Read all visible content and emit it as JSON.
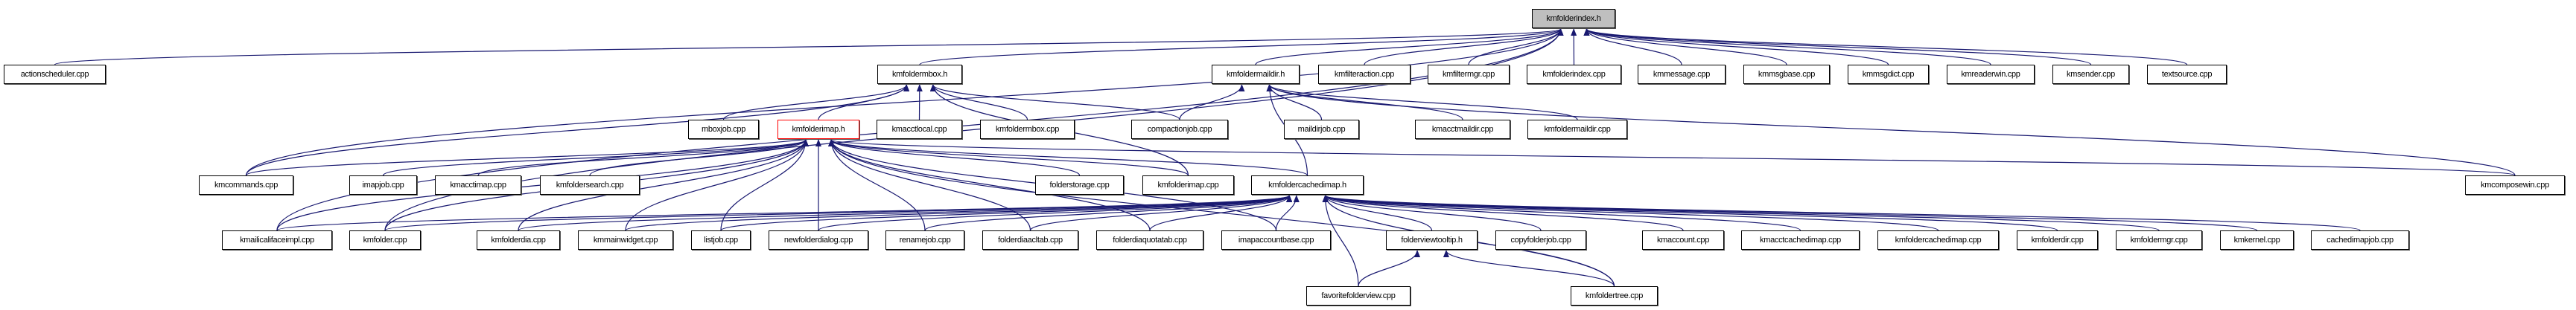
{
  "graph": {
    "edge_color": "#191970",
    "root_fill": "#bfbfbf",
    "highlight_border": "#ff0000",
    "nodes": [
      {
        "id": "kmfolderindex_h",
        "label": "kmfolderindex.h",
        "style": "root"
      },
      {
        "id": "actionscheduler",
        "label": "actionscheduler.cpp"
      },
      {
        "id": "kmfoldermbox_h",
        "label": "kmfoldermbox.h"
      },
      {
        "id": "kmfoldermaildir_h",
        "label": "kmfoldermaildir.h"
      },
      {
        "id": "kmfilteraction",
        "label": "kmfilteraction.cpp"
      },
      {
        "id": "kmfiltermgr",
        "label": "kmfiltermgr.cpp"
      },
      {
        "id": "kmfolderindex_cpp",
        "label": "kmfolderindex.cpp"
      },
      {
        "id": "kmmessage",
        "label": "kmmessage.cpp"
      },
      {
        "id": "kmmsgbase",
        "label": "kmmsgbase.cpp"
      },
      {
        "id": "kmmsgdict",
        "label": "kmmsgdict.cpp"
      },
      {
        "id": "kmreaderwin",
        "label": "kmreaderwin.cpp"
      },
      {
        "id": "kmsender",
        "label": "kmsender.cpp"
      },
      {
        "id": "textsource",
        "label": "textsource.cpp"
      },
      {
        "id": "mboxjob",
        "label": "mboxjob.cpp"
      },
      {
        "id": "kmfolderimap_h",
        "label": "kmfolderimap.h",
        "style": "focus"
      },
      {
        "id": "kmacctlocal",
        "label": "kmacctlocal.cpp"
      },
      {
        "id": "kmfoldermbox_cpp",
        "label": "kmfoldermbox.cpp"
      },
      {
        "id": "compactionjob",
        "label": "compactionjob.cpp"
      },
      {
        "id": "maildirjob",
        "label": "maildirjob.cpp"
      },
      {
        "id": "kmacctmaildir",
        "label": "kmacctmaildir.cpp"
      },
      {
        "id": "kmfoldermaildir_cpp",
        "label": "kmfoldermaildir.cpp"
      },
      {
        "id": "kmcommands",
        "label": "kmcommands.cpp"
      },
      {
        "id": "imapjob",
        "label": "imapjob.cpp"
      },
      {
        "id": "kmacctimap",
        "label": "kmacctimap.cpp"
      },
      {
        "id": "kmfoldersearch",
        "label": "kmfoldersearch.cpp"
      },
      {
        "id": "folderstorage",
        "label": "folderstorage.cpp"
      },
      {
        "id": "kmfolderimap_cpp",
        "label": "kmfolderimap.cpp"
      },
      {
        "id": "kmfoldercachedimap_h",
        "label": "kmfoldercachedimap.h"
      },
      {
        "id": "kmcomposewin",
        "label": "kmcomposewin.cpp"
      },
      {
        "id": "kmailicalifaceimpl",
        "label": "kmailicalifaceimpl.cpp"
      },
      {
        "id": "kmfolder",
        "label": "kmfolder.cpp"
      },
      {
        "id": "kmfolderdia",
        "label": "kmfolderdia.cpp"
      },
      {
        "id": "kmmainwidget",
        "label": "kmmainwidget.cpp"
      },
      {
        "id": "listjob",
        "label": "listjob.cpp"
      },
      {
        "id": "newfolderdialog",
        "label": "newfolderdialog.cpp"
      },
      {
        "id": "renamejob",
        "label": "renamejob.cpp"
      },
      {
        "id": "folderdiaacltab",
        "label": "folderdiaacltab.cpp"
      },
      {
        "id": "folderdiaquotatab",
        "label": "folderdiaquotatab.cpp"
      },
      {
        "id": "imapaccountbase",
        "label": "imapaccountbase.cpp"
      },
      {
        "id": "folderviewtooltip_h",
        "label": "folderviewtooltip.h"
      },
      {
        "id": "copyfolderjob",
        "label": "copyfolderjob.cpp"
      },
      {
        "id": "kmaccount",
        "label": "kmaccount.cpp"
      },
      {
        "id": "kmacctcachedimap",
        "label": "kmacctcachedimap.cpp"
      },
      {
        "id": "kmfoldercachedimap_cpp",
        "label": "kmfoldercachedimap.cpp"
      },
      {
        "id": "kmfolderdir",
        "label": "kmfolderdir.cpp"
      },
      {
        "id": "kmfoldermgr",
        "label": "kmfoldermgr.cpp"
      },
      {
        "id": "kmkernel",
        "label": "kmkernel.cpp"
      },
      {
        "id": "cachedimapjob",
        "label": "cachedimapjob.cpp"
      },
      {
        "id": "favoritefolderview",
        "label": "favoritefolderview.cpp"
      },
      {
        "id": "kmfoldertree",
        "label": "kmfoldertree.cpp"
      }
    ],
    "edges": [
      [
        "actionscheduler",
        "kmfolderindex_h"
      ],
      [
        "kmfoldermbox_h",
        "kmfolderindex_h"
      ],
      [
        "kmfoldermaildir_h",
        "kmfolderindex_h"
      ],
      [
        "kmfilteraction",
        "kmfolderindex_h"
      ],
      [
        "kmfiltermgr",
        "kmfolderindex_h"
      ],
      [
        "kmfolderindex_cpp",
        "kmfolderindex_h"
      ],
      [
        "kmmessage",
        "kmfolderindex_h"
      ],
      [
        "kmmsgbase",
        "kmfolderindex_h"
      ],
      [
        "kmmsgdict",
        "kmfolderindex_h"
      ],
      [
        "kmreaderwin",
        "kmfolderindex_h"
      ],
      [
        "kmsender",
        "kmfolderindex_h"
      ],
      [
        "textsource",
        "kmfolderindex_h"
      ],
      [
        "kmfolder",
        "kmfolderindex_h"
      ],
      [
        "kmcommands",
        "kmfolderindex_h"
      ],
      [
        "kmailicalifaceimpl",
        "kmfolderindex_h"
      ],
      [
        "mboxjob",
        "kmfoldermbox_h"
      ],
      [
        "kmfolderimap_h",
        "kmfoldermbox_h"
      ],
      [
        "kmacctlocal",
        "kmfoldermbox_h"
      ],
      [
        "kmfoldermbox_cpp",
        "kmfoldermbox_h"
      ],
      [
        "compactionjob",
        "kmfoldermbox_h"
      ],
      [
        "kmfolderimap_cpp",
        "kmfoldermbox_h"
      ],
      [
        "kmcommands",
        "kmfoldermbox_h"
      ],
      [
        "compactionjob",
        "kmfoldermaildir_h"
      ],
      [
        "maildirjob",
        "kmfoldermaildir_h"
      ],
      [
        "kmacctmaildir",
        "kmfoldermaildir_h"
      ],
      [
        "kmfoldermaildir_cpp",
        "kmfoldermaildir_h"
      ],
      [
        "kmfoldercachedimap_h",
        "kmfoldermaildir_h"
      ],
      [
        "kmcomposewin",
        "kmfoldermaildir_h"
      ],
      [
        "kmcommands",
        "kmfolderimap_h"
      ],
      [
        "imapjob",
        "kmfolderimap_h"
      ],
      [
        "kmacctimap",
        "kmfolderimap_h"
      ],
      [
        "kmfoldersearch",
        "kmfolderimap_h"
      ],
      [
        "folderstorage",
        "kmfolderimap_h"
      ],
      [
        "kmfolderimap_cpp",
        "kmfolderimap_h"
      ],
      [
        "kmfoldercachedimap_h",
        "kmfolderimap_h"
      ],
      [
        "kmcomposewin",
        "kmfolderimap_h"
      ],
      [
        "kmailicalifaceimpl",
        "kmfolderimap_h"
      ],
      [
        "kmfolder",
        "kmfolderimap_h"
      ],
      [
        "kmfolderdia",
        "kmfolderimap_h"
      ],
      [
        "kmmainwidget",
        "kmfolderimap_h"
      ],
      [
        "listjob",
        "kmfolderimap_h"
      ],
      [
        "newfolderdialog",
        "kmfolderimap_h"
      ],
      [
        "renamejob",
        "kmfolderimap_h"
      ],
      [
        "folderdiaacltab",
        "kmfolderimap_h"
      ],
      [
        "folderdiaquotatab",
        "kmfolderimap_h"
      ],
      [
        "imapaccountbase",
        "kmfolderimap_h"
      ],
      [
        "kmfoldertree",
        "kmfolderimap_h"
      ],
      [
        "kmailicalifaceimpl",
        "kmfoldercachedimap_h"
      ],
      [
        "kmfolder",
        "kmfoldercachedimap_h"
      ],
      [
        "kmfolderdia",
        "kmfoldercachedimap_h"
      ],
      [
        "kmmainwidget",
        "kmfoldercachedimap_h"
      ],
      [
        "listjob",
        "kmfoldercachedimap_h"
      ],
      [
        "newfolderdialog",
        "kmfoldercachedimap_h"
      ],
      [
        "renamejob",
        "kmfoldercachedimap_h"
      ],
      [
        "folderdiaacltab",
        "kmfoldercachedimap_h"
      ],
      [
        "folderdiaquotatab",
        "kmfoldercachedimap_h"
      ],
      [
        "imapaccountbase",
        "kmfoldercachedimap_h"
      ],
      [
        "folderviewtooltip_h",
        "kmfoldercachedimap_h"
      ],
      [
        "copyfolderjob",
        "kmfoldercachedimap_h"
      ],
      [
        "kmaccount",
        "kmfoldercachedimap_h"
      ],
      [
        "kmacctcachedimap",
        "kmfoldercachedimap_h"
      ],
      [
        "kmfoldercachedimap_cpp",
        "kmfoldercachedimap_h"
      ],
      [
        "kmfolderdir",
        "kmfoldercachedimap_h"
      ],
      [
        "kmfoldermgr",
        "kmfoldercachedimap_h"
      ],
      [
        "kmkernel",
        "kmfoldercachedimap_h"
      ],
      [
        "cachedimapjob",
        "kmfoldercachedimap_h"
      ],
      [
        "favoritefolderview",
        "kmfoldercachedimap_h"
      ],
      [
        "kmfoldertree",
        "kmfoldercachedimap_h"
      ],
      [
        "favoritefolderview",
        "folderviewtooltip_h"
      ],
      [
        "kmfoldertree",
        "folderviewtooltip_h"
      ]
    ]
  }
}
